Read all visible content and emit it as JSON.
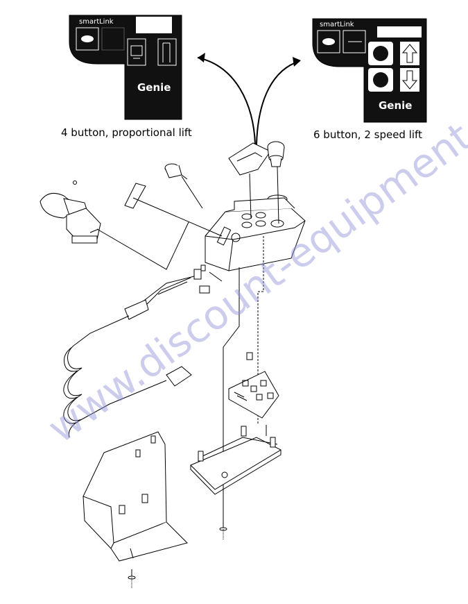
{
  "panels": {
    "left": {
      "brand_top": "smartLink",
      "brand_bottom": "Genie",
      "caption": "4 button, proportional lift"
    },
    "right": {
      "brand_top": "smartLink",
      "brand_bottom": "Genie",
      "caption": "6 button, 2 speed lift"
    }
  },
  "watermark": "www.discount-equipment.com",
  "colors": {
    "panel": "#111111",
    "watermark": "#8f8fd8"
  }
}
